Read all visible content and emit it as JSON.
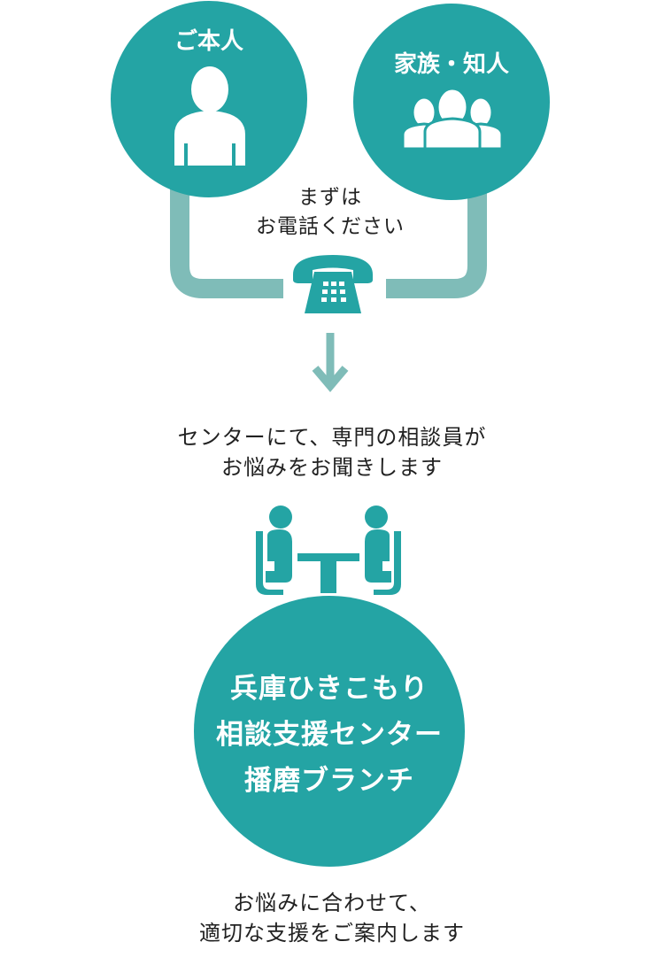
{
  "colors": {
    "teal": "#24a4a4",
    "connector": "#7fbcb8",
    "text": "#222222",
    "white": "#ffffff"
  },
  "contacts": {
    "self_label": "ご本人",
    "family_label": "家族・知人",
    "self_icon": "person-icon",
    "family_icon": "group-icon"
  },
  "call": {
    "line1": "まずは",
    "line2": "お電話ください",
    "icon": "telephone-icon"
  },
  "arrow_icon": "arrow-down-icon",
  "consult": {
    "line1": "センターにて、専門の相談員が",
    "line2": "お悩みをお聞きします",
    "icon": "consultation-icon"
  },
  "center": {
    "line1": "兵庫ひきこもり",
    "line2": "相談支援センター",
    "line3": "播磨ブランチ"
  },
  "support": {
    "line1": "お悩みに合わせて、",
    "line2": "適切な支援をご案内します"
  }
}
